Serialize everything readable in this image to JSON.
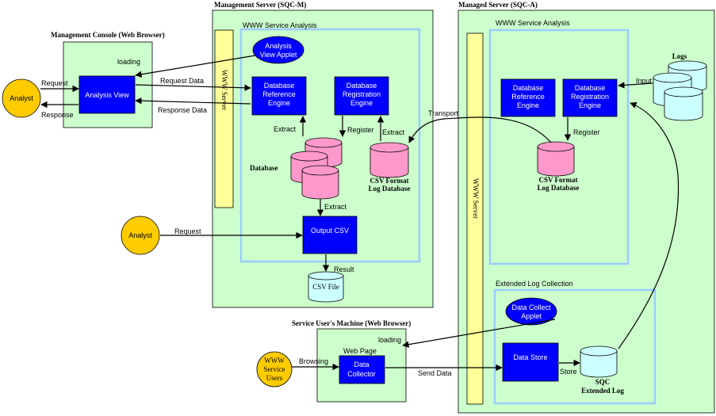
{
  "colors": {
    "panel": "#ccffcc",
    "inner_border": "#99ccff",
    "engine": "#0000ff",
    "db_pink": "#ff99cc",
    "file_cyan": "#ccffff",
    "actor": "#ffcc00",
    "web_server": "#ffff99"
  },
  "management_console": {
    "title": "Management Console (Web Browser)",
    "loading": "loading",
    "analysis_view": "Analysis View"
  },
  "management_server": {
    "title": "Management Server (SQC-M)",
    "service_analysis": "WWW Service Analysis",
    "web_server": "WWW Server",
    "applet": [
      "Analysis",
      "View Applet"
    ],
    "db_ref_engine": [
      "Database",
      "Reference",
      "Engine"
    ],
    "db_reg_engine": [
      "Database",
      "Registration",
      "Engine"
    ],
    "database": "Database",
    "csv_log_db": [
      "CSV Format",
      "Log Database"
    ],
    "output_csv": "Output CSV",
    "csv_file": "CSV File"
  },
  "managed_server": {
    "title": "Managed Server (SQC-A)",
    "service_analysis": "WWW Service Analysis",
    "web_server": "WWW Server",
    "db_ref_engine": [
      "Database",
      "Reference",
      "Engine"
    ],
    "db_reg_engine": [
      "Database",
      "Registration",
      "Engine"
    ],
    "csv_log_db": [
      "CSV Format",
      "Log Database"
    ],
    "logs": "Logs",
    "extended_log_collection": "Extended Log Collection",
    "applet": [
      "Data Collect",
      "Applet"
    ],
    "data_store": "Data Store",
    "sqc_log": [
      "SQC",
      "Extended Log"
    ]
  },
  "service_user_machine": {
    "title": "Service User's Machine (Web Browser)",
    "loading": "loading",
    "web_page": "Web Page",
    "data_collector": [
      "Data",
      "Collector"
    ]
  },
  "actors": {
    "analyst1": "Analyst",
    "analyst2": "Analyst",
    "www_users": [
      "WWW",
      "Service",
      "Users"
    ]
  },
  "labels": {
    "request": "Request",
    "response": "Response",
    "request_data": "Request Data",
    "response_data": "Response Data",
    "extract": "Extract",
    "register": "Register",
    "transport": "Transport",
    "input": "Input",
    "result": "Result",
    "browsing": "Browsing",
    "send_data": "Send Data",
    "store": "Store"
  }
}
